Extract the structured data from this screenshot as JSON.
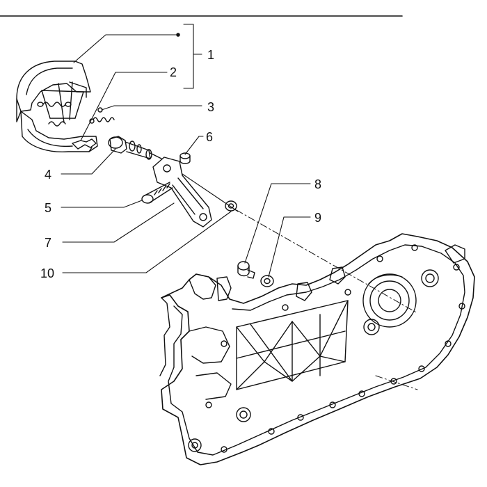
{
  "colors": {
    "ink": "#111111",
    "paper": "#ffffff"
  },
  "callouts": [
    {
      "id": "1",
      "label": "1"
    },
    {
      "id": "2",
      "label": "2"
    },
    {
      "id": "3",
      "label": "3"
    },
    {
      "id": "4",
      "label": "4"
    },
    {
      "id": "5",
      "label": "5"
    },
    {
      "id": "6",
      "label": "6"
    },
    {
      "id": "7",
      "label": "7"
    },
    {
      "id": "8",
      "label": "8"
    },
    {
      "id": "9",
      "label": "9"
    },
    {
      "id": "10",
      "label": "10"
    }
  ]
}
